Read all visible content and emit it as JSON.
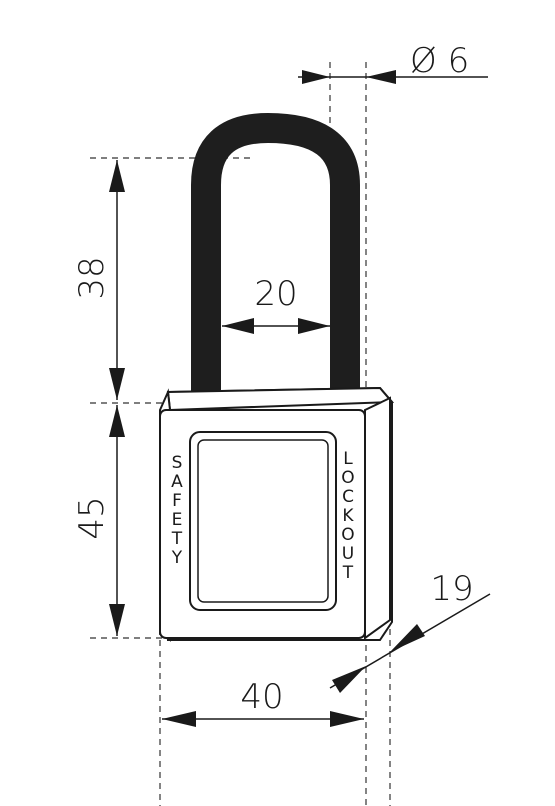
{
  "drawing": {
    "dimensions": {
      "shackle_diameter": "Ø 6",
      "shackle_height": "38",
      "shackle_width": "20",
      "body_height": "45",
      "body_width": "40",
      "body_depth": "19"
    },
    "labels": {
      "left_side": "SAFETY",
      "right_side": "LOCKOUT"
    },
    "colors": {
      "shackle": "#1e1e1e",
      "outline": "#1a1a1a"
    }
  }
}
